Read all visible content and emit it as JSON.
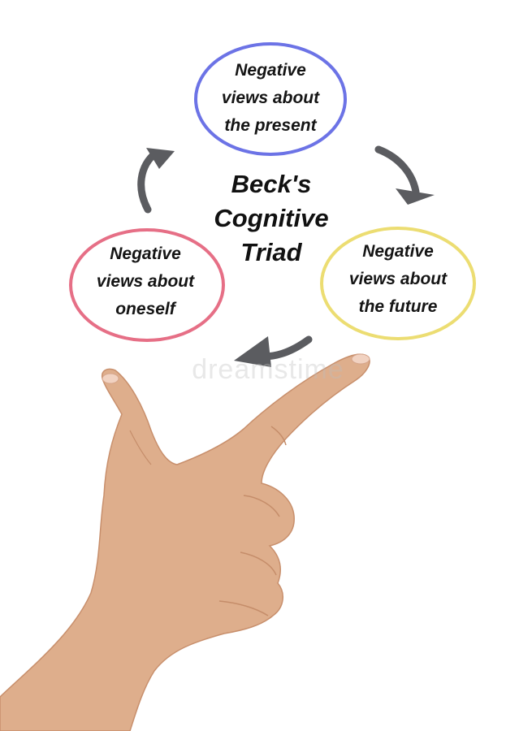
{
  "diagram": {
    "title_lines": [
      "Beck's",
      "Cognitive",
      "Triad"
    ],
    "nodes": [
      {
        "id": "present",
        "lines": [
          "Negative",
          "views about",
          "the present"
        ],
        "color": "#6c73e6"
      },
      {
        "id": "future",
        "lines": [
          "Negative",
          "views about",
          "the future"
        ],
        "color": "#ecdd72"
      },
      {
        "id": "oneself",
        "lines": [
          "Negative",
          "views about",
          "oneself"
        ],
        "color": "#e66f86"
      }
    ],
    "arrow_color": "#5b5c60",
    "watermark": "dreamstime"
  }
}
